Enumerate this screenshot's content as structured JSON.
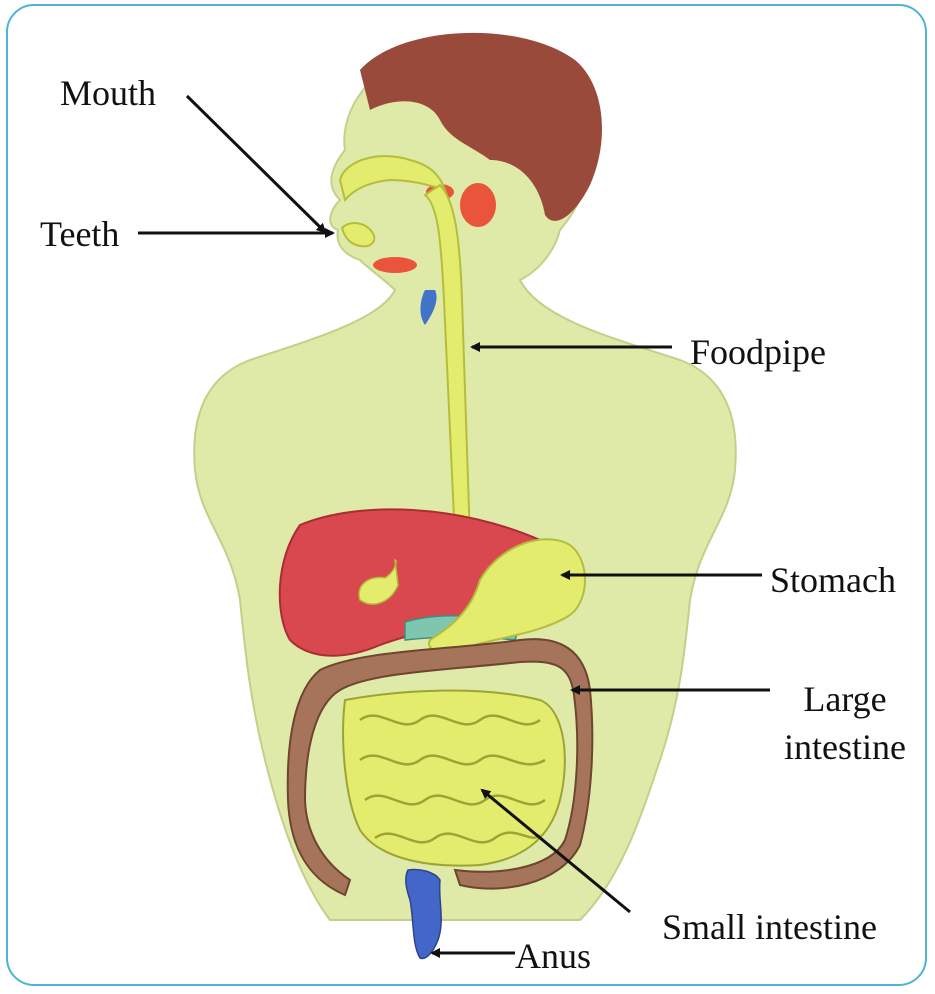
{
  "labels": {
    "mouth": "Mouth",
    "teeth": "Teeth",
    "foodpipe": "Foodpipe",
    "stomach": "Stomach",
    "large_intestine_line1": "Large",
    "large_intestine_line2": "intestine",
    "small_intestine": "Small intestine",
    "anus": "Anus"
  },
  "colors": {
    "frame": "#4fb3d6",
    "skin": "#dfe9a8",
    "hair": "#9a4a3a",
    "digestive_tract": "#e4ec6e",
    "liver": "#d9484e",
    "large_intestine": "#a5745a",
    "rectum": "#4466c8",
    "gland": "#e8553a",
    "trachea": "#3f74c9",
    "arrow": "#111111"
  }
}
